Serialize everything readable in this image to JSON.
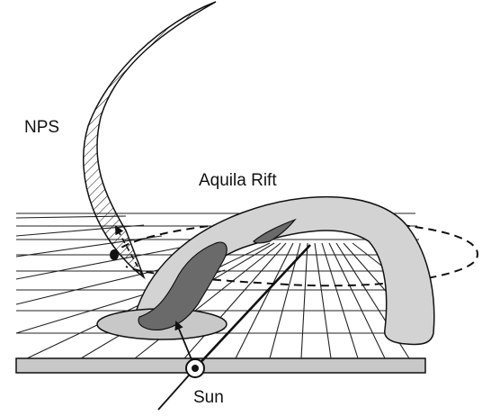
{
  "labels": {
    "nps": "NPS",
    "aquila_rift": "Aquila Rift",
    "sun": "Sun"
  },
  "colors": {
    "stroke": "#111111",
    "arch_fill": "#d3d3d3",
    "cloud_fill": "#6a6a6a",
    "plane_fill": "#c8c8c8",
    "grid": "#222222"
  },
  "icons": {
    "sun": "circled-dot-symbol"
  }
}
